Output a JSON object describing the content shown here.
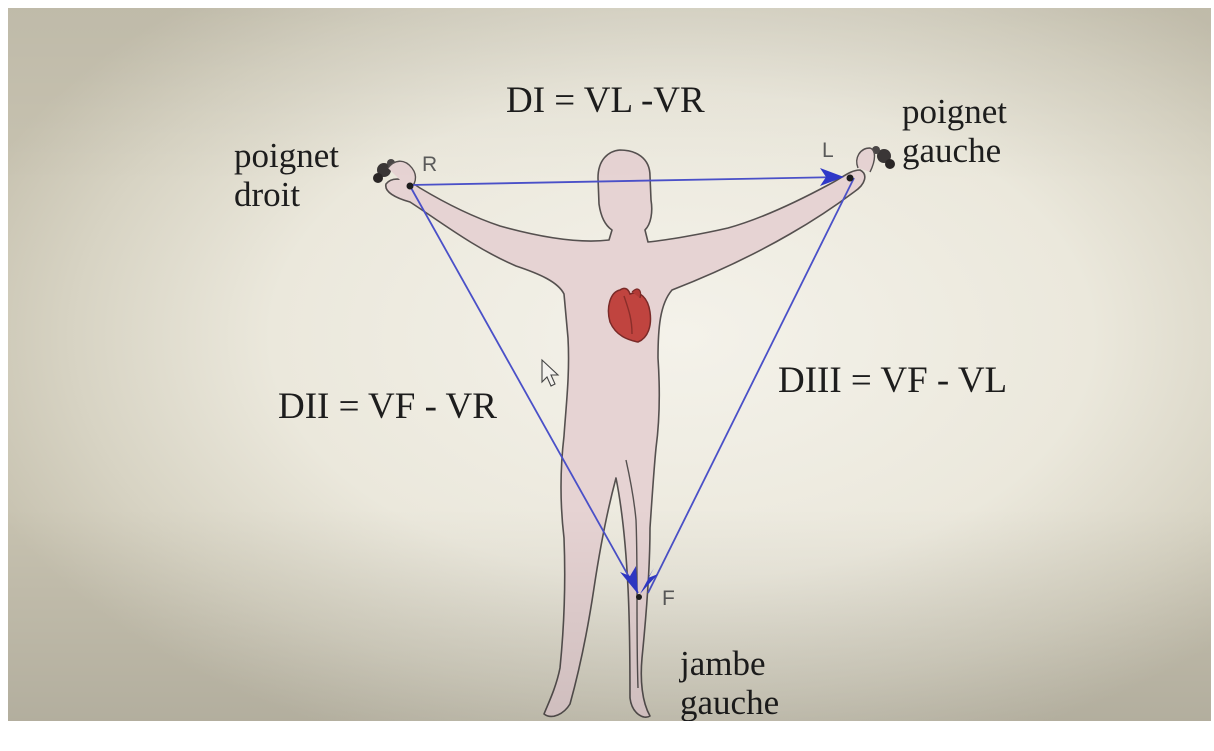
{
  "formulas": {
    "d1": "DI = VL -VR",
    "d2": "DII = VF - VR",
    "d3": "DIII = VF - VL"
  },
  "places": {
    "right_wrist": [
      "poignet",
      "droit"
    ],
    "left_wrist": [
      "poignet",
      "gauche"
    ],
    "left_leg": [
      "jambe",
      "gauche"
    ]
  },
  "electrodes": {
    "right": "R",
    "left": "L",
    "foot": "F"
  },
  "colors": {
    "body_fill": "#e6d3d3",
    "outline": "#55504f",
    "vector": "#4a50c8",
    "arrowhead": "#2f38c8",
    "heart": "#c0443f"
  }
}
